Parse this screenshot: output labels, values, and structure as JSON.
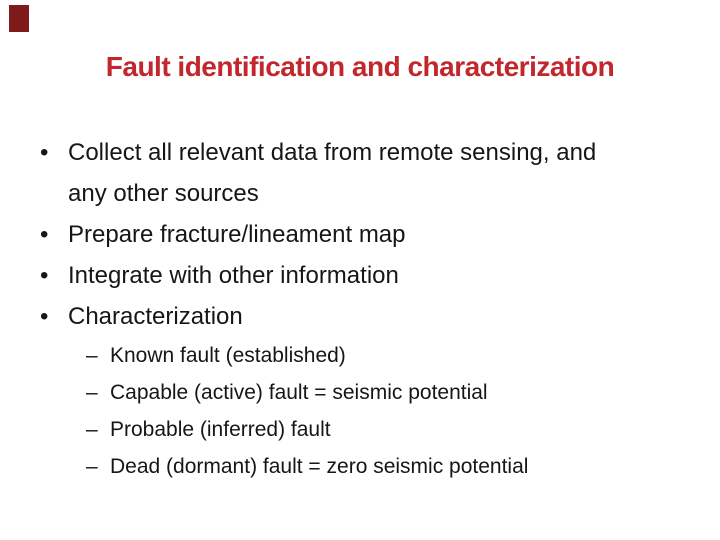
{
  "slide": {
    "title": "Fault identification and characterization",
    "bullet_char": "•",
    "sub_bullet_char": "–",
    "bullets": [
      {
        "label": "Collect all relevant data from remote sensing, and any other sources"
      },
      {
        "label": "Prepare fracture/lineament map"
      },
      {
        "label": "Integrate with other information"
      },
      {
        "label": "Characterization"
      }
    ],
    "sub_bullets": [
      {
        "label": "Known fault (established)"
      },
      {
        "label": "Capable (active) fault = seismic potential"
      },
      {
        "label": "Probable (inferred) fault"
      },
      {
        "label": "Dead (dormant) fault = zero seismic potential"
      }
    ],
    "colors": {
      "title": "#c1272d",
      "body": "#161616",
      "accent_rect": "#7e1a1a",
      "background": "#ffffff"
    }
  }
}
